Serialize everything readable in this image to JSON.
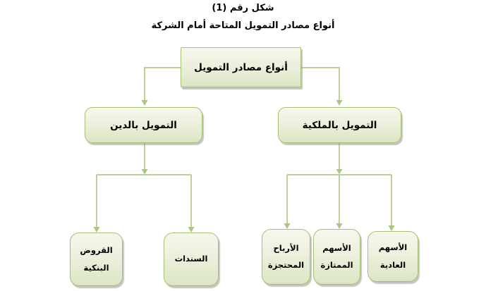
{
  "figure": {
    "caption_line1": "شكل رقم (1)",
    "caption_line2": "أنواع مصادر التمويل المتاحة أمام الشركة"
  },
  "diagram": {
    "root": {
      "label": "أنواع مصادر التمويل"
    },
    "branches": [
      {
        "label": "التمويل بالدين"
      },
      {
        "label": "التمويل بالملكية"
      }
    ],
    "leaves": [
      {
        "parent": "التمويل بالدين",
        "lines": [
          "القروض",
          "البنكية"
        ]
      },
      {
        "parent": "التمويل بالدين",
        "lines": [
          "السندات"
        ]
      },
      {
        "parent": "التمويل بالملكية",
        "lines": [
          "الأرباح",
          "المحتجزة"
        ]
      },
      {
        "parent": "التمويل بالملكية",
        "lines": [
          "الأسهم",
          "الممتازة"
        ]
      },
      {
        "parent": "التمويل بالملكية",
        "lines": [
          "الأسهم",
          "العادية"
        ]
      }
    ]
  },
  "colors": {
    "node_border": "#a4c173",
    "node_fill_top": "#f7f7ee",
    "node_fill_bottom": "#dce6c4",
    "connector": "#bdd198",
    "arrowhead": "#abc584",
    "shadow": "#969688",
    "text": "#000000",
    "background": "#ffffff"
  }
}
